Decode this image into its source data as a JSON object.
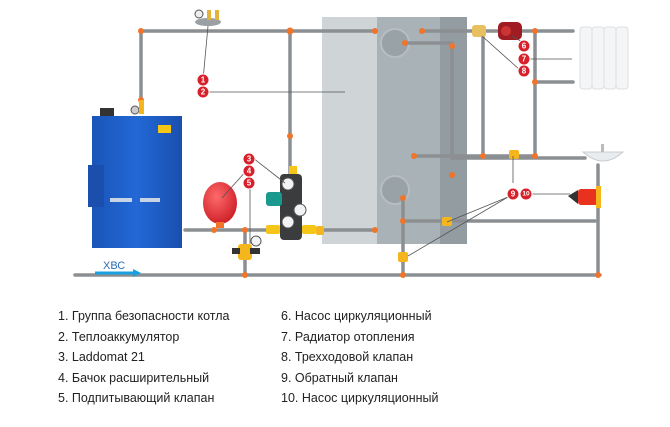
{
  "diagram": {
    "title": "Схема подключения котла с теплоаккумулятором",
    "cold_water_label": "ХВС",
    "markers": [
      "1",
      "2",
      "3",
      "4",
      "5",
      "6",
      "7",
      "8",
      "9",
      "10"
    ],
    "colors": {
      "pipe": "#8c8f92",
      "pipe_joint": "#f0742a",
      "marker": "#d8202a",
      "boiler": "#1e5fc8",
      "tank_light": "#cfd4d6",
      "tank_mid": "#a9b2b6",
      "tank_dark": "#939ca1",
      "expansion_tank": "#e2323a",
      "pump": "#9e1c22",
      "cold_water_arrow": "#1a9fe0"
    }
  },
  "legend": {
    "left": [
      "1. Группа безопасности котла",
      "2. Теплоаккумулятор",
      "3. Laddomat 21",
      "4. Бачок расширительный",
      "5. Подпитывающий клапан"
    ],
    "right": [
      "6. Насос циркуляционный",
      "7. Радиатор отопления",
      "8. Трехходовой клапан",
      "9. Обратный клапан",
      "10. Насос циркуляционный"
    ]
  }
}
